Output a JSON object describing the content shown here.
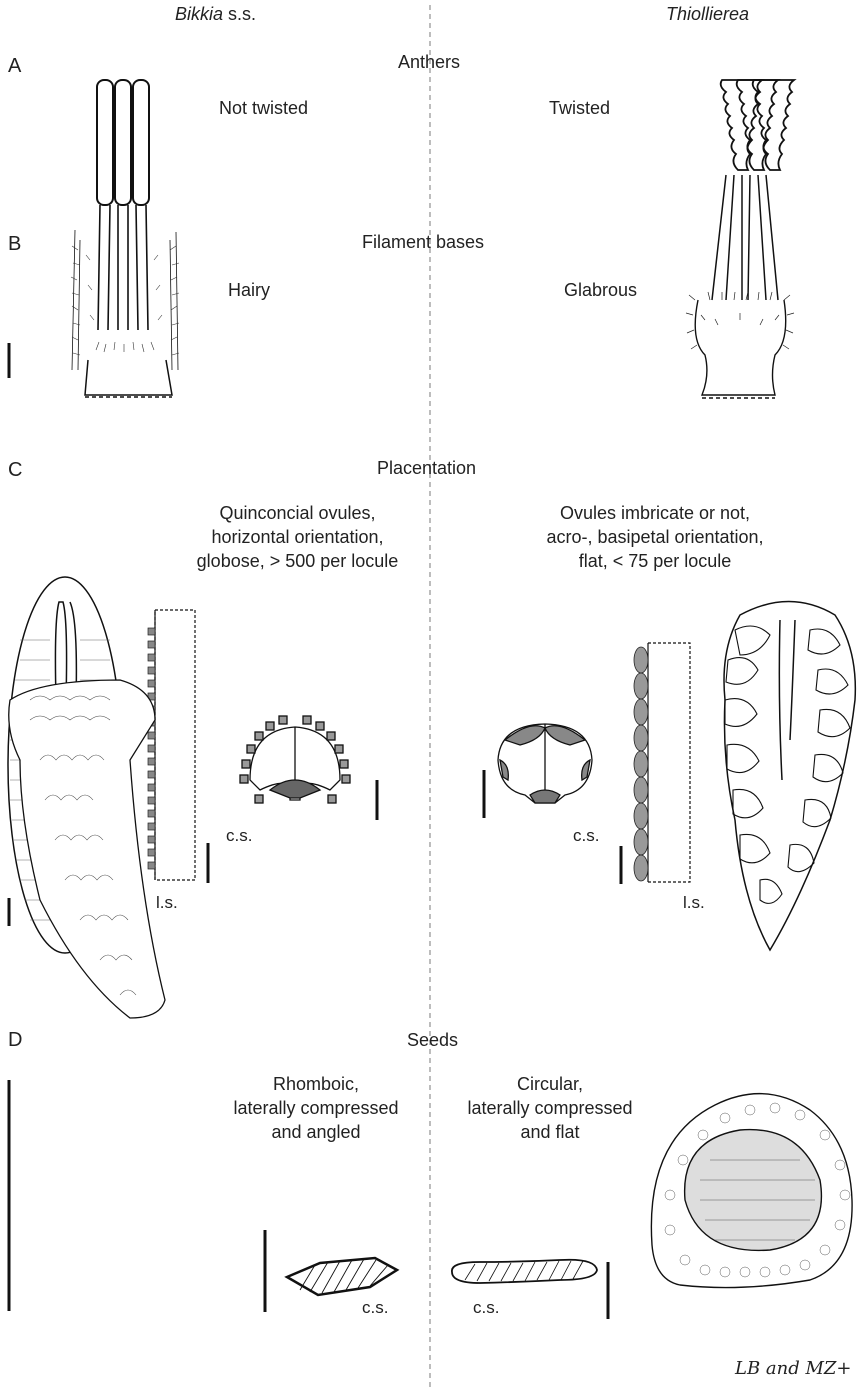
{
  "columns": {
    "left_title_genus": "Bikkia",
    "left_title_suffix": " s.s.",
    "right_title": "Thiollierea"
  },
  "sections": {
    "A": {
      "letter": "A",
      "title": "Anthers",
      "left": "Not twisted",
      "right": "Twisted"
    },
    "B": {
      "letter": "B",
      "title": "Filament bases",
      "left": "Hairy",
      "right": "Glabrous"
    },
    "C": {
      "letter": "C",
      "title": "Placentation",
      "left": "Quinconcial ovules,\nhorizontal orientation,\nglobose, > 500 per locule",
      "right": "Ovules imbricate or not,\nacro-, basipetal orientation,\nflat, < 75 per locule",
      "left_cs": "c.s.",
      "left_ls": "l.s.",
      "right_cs": "c.s.",
      "right_ls": "l.s."
    },
    "D": {
      "letter": "D",
      "title": "Seeds",
      "left": "Rhomboic,\nlaterally compressed\nand angled",
      "right": "Circular,\nlaterally compressed\nand flat",
      "left_cs": "c.s.",
      "right_cs": "c.s."
    }
  },
  "signature": "LB and MZ+"
}
